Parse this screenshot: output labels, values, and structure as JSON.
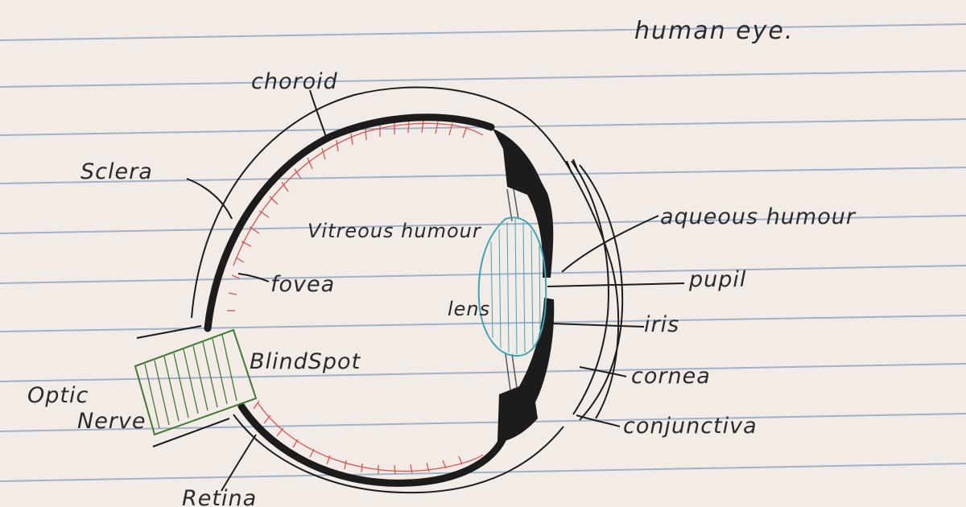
{
  "title": "human eye.",
  "labels": {
    "choroid": "choroid",
    "sclera": "Sclera",
    "vitreous_humour": "Vitreous humour",
    "fovea": "fovea",
    "lens": "lens",
    "blind_spot": "BlindSpot",
    "optic_nerve_line1": "Optic",
    "optic_nerve_line2": "Nerve",
    "retina": "Retina",
    "aqueous_humour": "aqueous humour",
    "pupil": "pupil",
    "iris": "iris",
    "cornea": "cornea",
    "conjunctiva": "conjunctiva"
  },
  "colors": {
    "paper": "#f3ebe6",
    "ruled_line": "#9fb2cc",
    "ink": "#1c1c1c",
    "retina_red": "#d9534f",
    "lens_blue": "#3aa6b8",
    "nerve_green": "#3f7a2e"
  }
}
